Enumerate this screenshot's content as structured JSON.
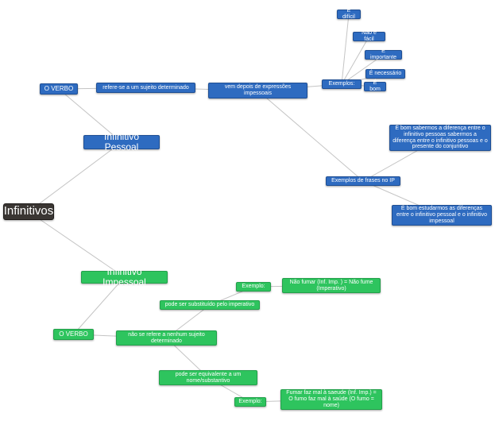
{
  "colors": {
    "blue_branch": "#2e6bc0",
    "green_branch": "#2ec45e",
    "root": "#3a3633",
    "edge": "#c4c4c4"
  },
  "root": "Infinitivos",
  "pessoal": {
    "title": "Infinitivo Pessoal",
    "o_verbo": "O VERBO",
    "refere": "refere-se a um sujeito determinado",
    "vem_depois": "vem depois de expressões impessoais",
    "exemplos": "Exemplos:",
    "examples": [
      "É difícil",
      "Não é fácil",
      "É importante",
      "É necessário",
      "É bom"
    ],
    "frases_label": "Exemplos de frases no IP",
    "frase1": "É bom sabermos a diferença entre o infinitivo pessoas sabermos a diferença entre o infinitivo pessoas e o presente do conjuntivo",
    "frase2": "É bom estudarmos as diferenças entre o infinitivo pessoal e o infinitivo impessoal"
  },
  "impessoal": {
    "title": "Infinitivo Impessoal",
    "o_verbo": "O VERBO",
    "nao_se_refere": "não se refere a nenhum sujeito determinado",
    "substituido": "pode ser substituído pelo imperativo",
    "exemplo1_label": "Exemplo:",
    "exemplo1": "Não fumar (Inf. Imp. ) = Não fume (Imperativo)",
    "equivalente": "pode ser equivalente a um nome/substantivo",
    "exemplo2_label": "Exemplo:",
    "exemplo2": "Fumar faz mal à saeude (Inf. Imp.) = O fumo faz mal à saúde (O fumo = nome)"
  }
}
